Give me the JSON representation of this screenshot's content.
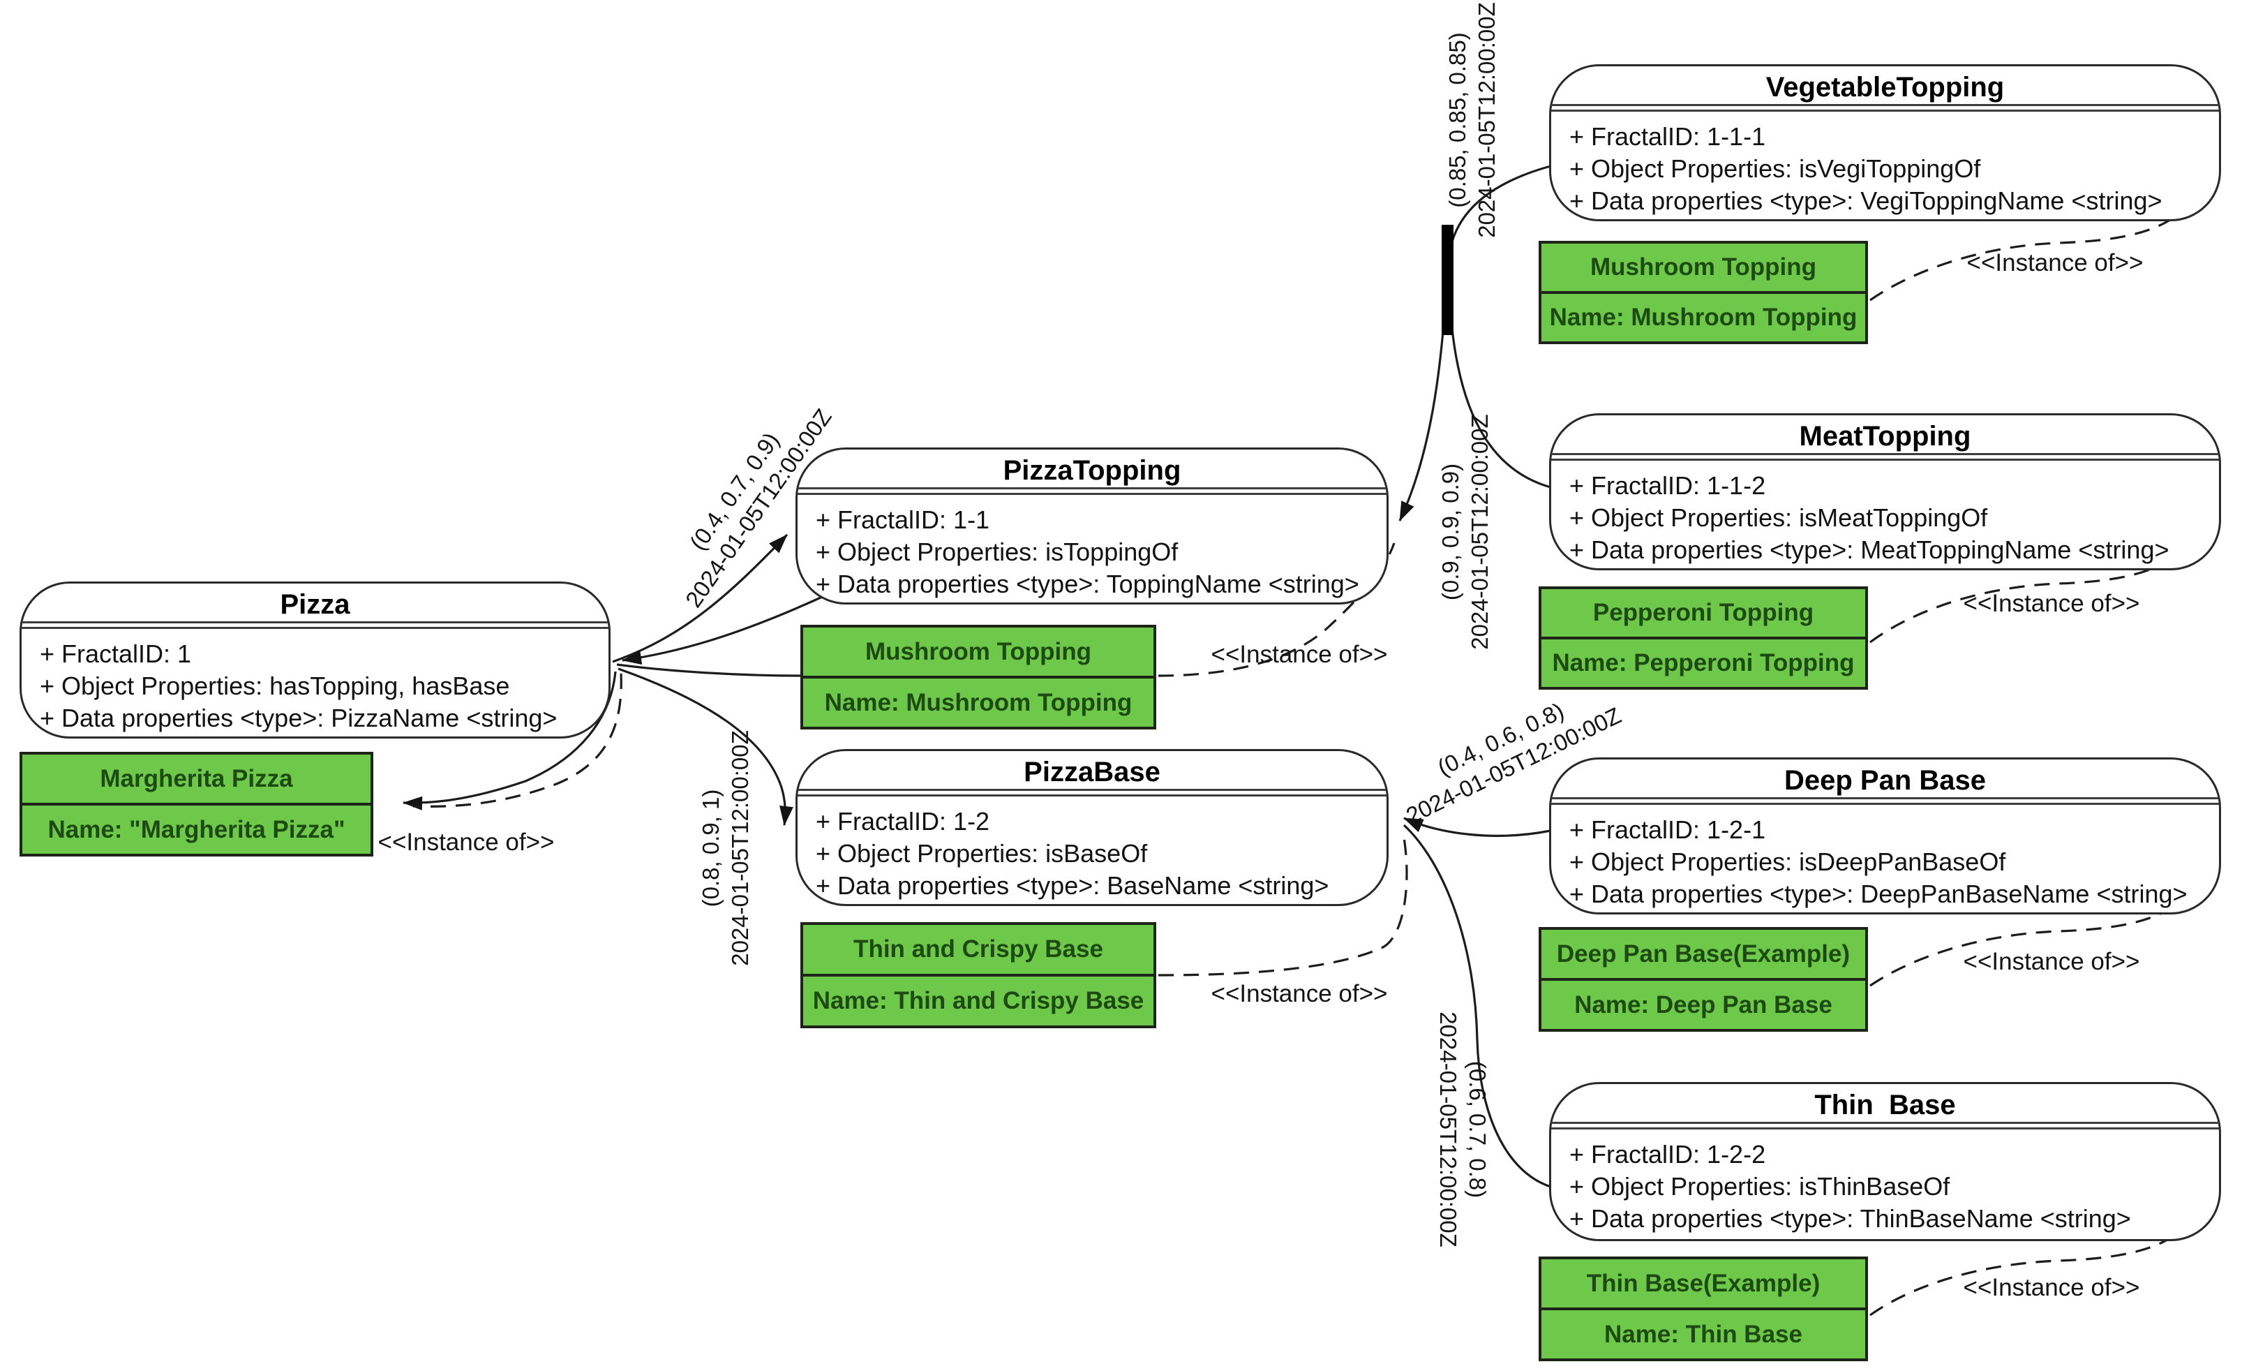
{
  "diagram": {
    "instance_of_label": "<<Instance of>>",
    "classes": [
      {
        "title": "Pizza",
        "props": [
          "+ FractalID: 1",
          "+ Object Properties: hasTopping, hasBase",
          "+ Data properties <type>: PizzaName <string>"
        ]
      },
      {
        "title": "PizzaTopping",
        "props": [
          "+ FractalID: 1-1",
          "+ Object Properties: isToppingOf",
          "+ Data properties <type>: ToppingName <string>"
        ]
      },
      {
        "title": "PizzaBase",
        "props": [
          "+ FractalID: 1-2",
          "+ Object Properties: isBaseOf",
          "+ Data properties <type>: BaseName <string>"
        ]
      },
      {
        "title": "VegetableTopping",
        "props": [
          "+ FractalID: 1-1-1",
          "+ Object Properties: isVegiToppingOf",
          "+ Data properties <type>: VegiToppingName <string>"
        ]
      },
      {
        "title": "MeatTopping",
        "props": [
          "+ FractalID: 1-1-2",
          "+ Object Properties: isMeatToppingOf",
          "+ Data properties <type>: MeatToppingName <string>"
        ]
      },
      {
        "title": "Deep Pan Base",
        "props": [
          "+ FractalID: 1-2-1",
          "+ Object Properties: isDeepPanBaseOf",
          "+ Data properties <type>: DeepPanBaseName <string>"
        ]
      },
      {
        "title": "Thin  Base",
        "props": [
          "+ FractalID: 1-2-2",
          "+ Object Properties: isThinBaseOf",
          "+ Data properties <type>: ThinBaseName <string>"
        ]
      }
    ],
    "instances": [
      {
        "title": "Margherita Pizza",
        "name": "Name: \"Margherita Pizza\""
      },
      {
        "title": "Mushroom Topping",
        "name": "Name: Mushroom Topping"
      },
      {
        "title": "Thin and Crispy Base",
        "name": "Name: Thin and Crispy Base"
      },
      {
        "title": "Mushroom Topping",
        "name": "Name: Mushroom Topping"
      },
      {
        "title": "Pepperoni Topping",
        "name": "Name: Pepperoni Topping"
      },
      {
        "title": "Deep Pan Base(Example)",
        "name": "Name: Deep Pan Base"
      },
      {
        "title": "Thin Base(Example)",
        "name": "Name: Thin Base"
      }
    ],
    "edge_labels": [
      {
        "value": "(0.4, 0.7, 0.9)",
        "time": "2024-01-05T12:00:00Z"
      },
      {
        "value": "(0.8, 0.9, 1)",
        "time": "2024-01-05T12:00:00Z"
      },
      {
        "value": "(0.85, 0.85, 0.85)",
        "time": "2024-01-05T12:00:00Z"
      },
      {
        "value": "(0.9, 0.9, 0.9)",
        "time": "2024-01-05T12:00:00Z"
      },
      {
        "value": "(0.4, 0.6, 0.8)",
        "time": "2024-01-05T12:00:00Z"
      },
      {
        "value": "(0.6, 0.7, 0.8)",
        "time": "2024-01-05T12:00:00Z"
      }
    ],
    "colors": {
      "instance_fill": "#6ec94b",
      "instance_border": "#1e241a",
      "instance_text": "#1d4a12",
      "class_border": "#2a2a2a",
      "line": "#141414",
      "background": "#ffffff"
    }
  }
}
